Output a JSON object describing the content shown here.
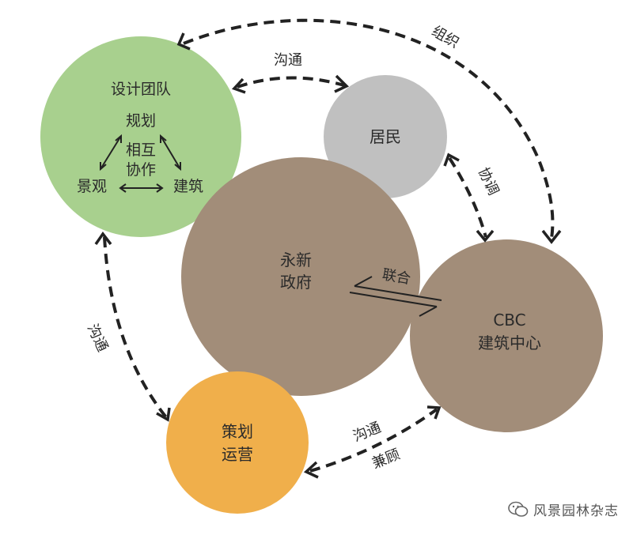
{
  "colors": {
    "design_team": "#a8d08e",
    "residents": "#c0c0c0",
    "government": "#a28d79",
    "cbc": "#a28d79",
    "planning": "#f0af4b",
    "arrow": "#222222"
  },
  "nodes": {
    "design_team": {
      "title": "设计团队",
      "sub_planning": "规划",
      "sub_landscape": "景观",
      "sub_architecture": "建筑",
      "center_line1": "相互",
      "center_line2": "协作"
    },
    "residents": {
      "label": "居民"
    },
    "government": {
      "line1": "永新",
      "line2": "政府"
    },
    "cbc": {
      "line1": "CBC",
      "line2": "建筑中心"
    },
    "planning_ops": {
      "line1": "策划",
      "line2": "运营"
    }
  },
  "edges": {
    "design_residents": "沟通",
    "design_cbc": "组织",
    "residents_cbc": "协调",
    "design_planning": "沟通",
    "gov_cbc": "联合",
    "planning_cbc_line1": "沟通",
    "planning_cbc_line2": "兼顾"
  },
  "watermark": {
    "text": "风景园林杂志",
    "icon": "wechat-icon"
  }
}
